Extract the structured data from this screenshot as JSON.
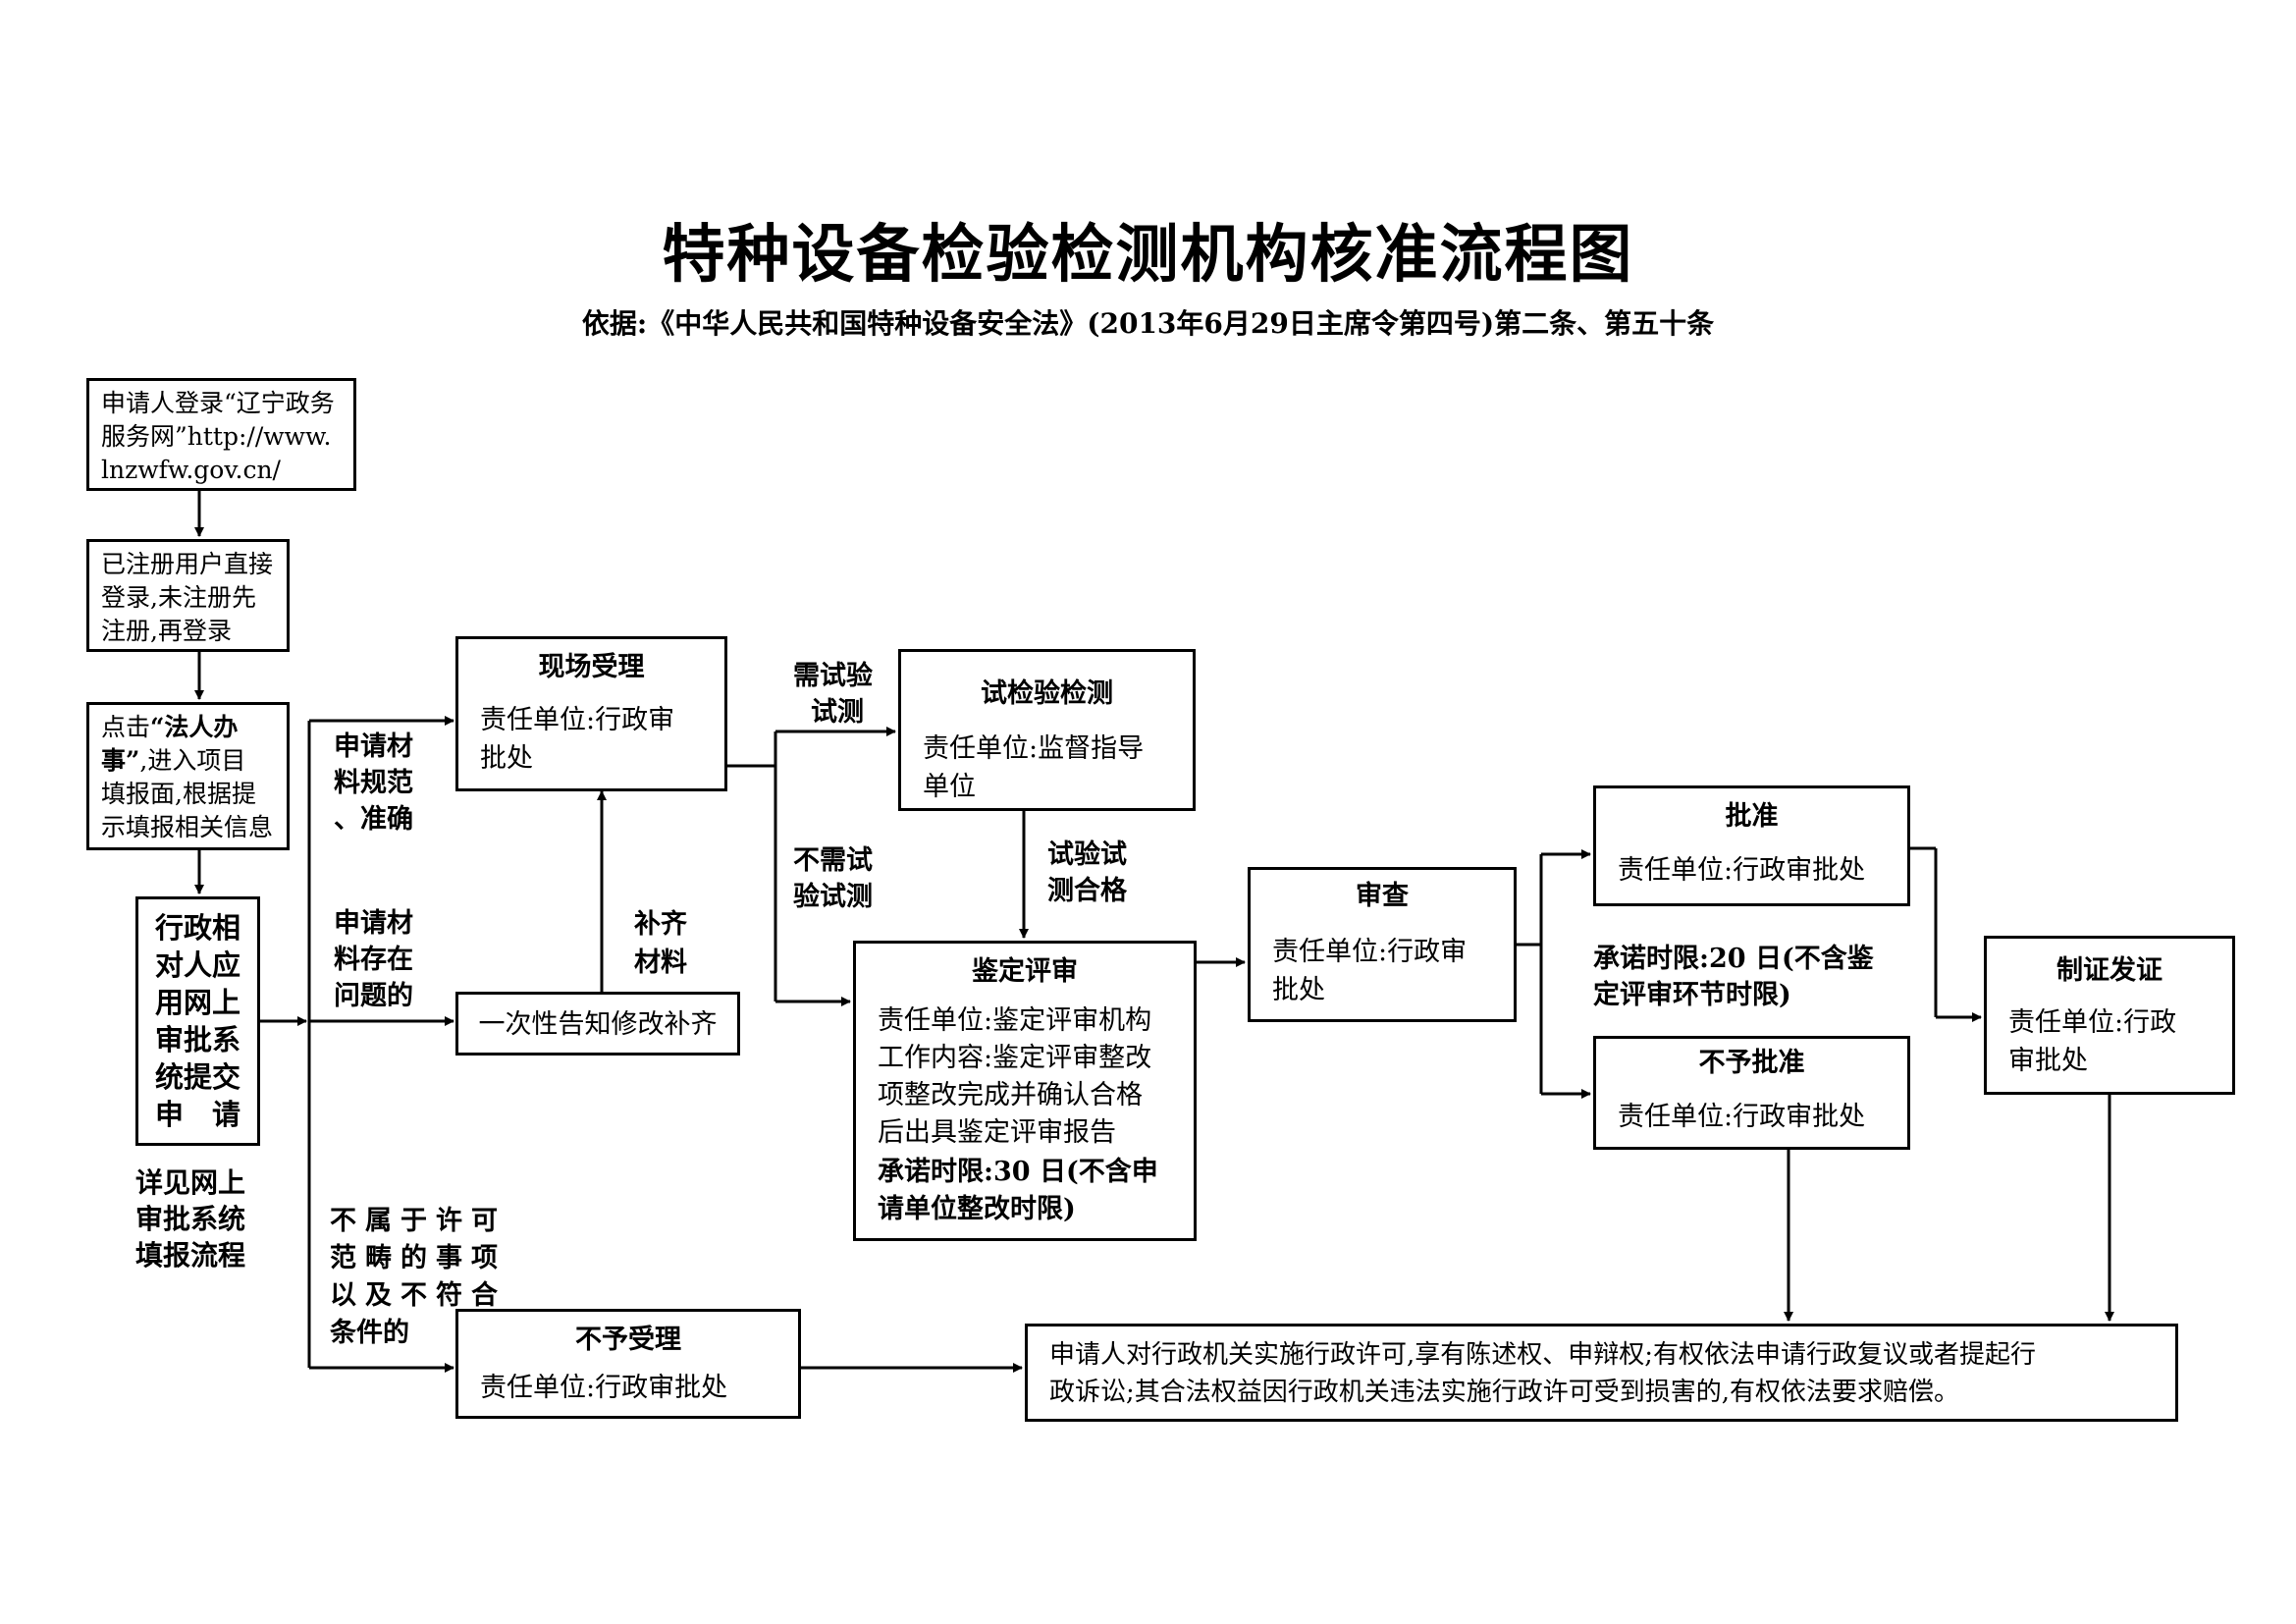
{
  "title": "特种设备检验检测机构核准流程图",
  "basis": "依据:《中华人民共和国特种设备安全法》(2013年6月29日主席令第四号)第二条、第五十条",
  "nodes": {
    "login": {
      "line1": "申请人登录“辽宁政务",
      "line2": "服务网”http://www.",
      "line3": "lnzwfw.gov.cn/"
    },
    "register": {
      "line1": "已注册用户直接",
      "line2": "登录,未注册先",
      "line3": "注册,再登录"
    },
    "click": {
      "pre": "点击",
      "bold": "“法人办事”",
      "line1_tail": "",
      "line2_pre": "事”",
      "l1a": "点击",
      "l1b": "“法人办",
      "l2a": "事”",
      "l2b": ",进入项目",
      "line3": "填报面,根据提",
      "line4": "示填报相关信息"
    },
    "submit": {
      "lines": [
        "行政相",
        "对人应",
        "用网上",
        "审批系",
        "统提交",
        "申　请"
      ]
    },
    "submit_note": {
      "lines": [
        "详见网上",
        "审批系统",
        "填报流程"
      ]
    },
    "onsite": {
      "title": "现场受理",
      "line1": "责任单位:行政审",
      "line2": "批处"
    },
    "notify": {
      "text": "一次性告知修改补齐"
    },
    "reject_accept": {
      "title": "不予受理",
      "line1": "责任单位:行政审批处"
    },
    "test": {
      "title": "试检验检测",
      "line1": "责任单位:监督指导",
      "line2": "单位"
    },
    "evaluate": {
      "title": "鉴定评审",
      "line1": "责任单位:鉴定评审机构",
      "line2": "工作内容:鉴定评审整改",
      "line3": "项整改完成并确认合格",
      "line4": "后出具鉴定评审报告",
      "line5": "承诺时限:30 日(不含申",
      "line6": "请单位整改时限)"
    },
    "review": {
      "title": "审查",
      "line1": "责任单位:行政审",
      "line2": "批处"
    },
    "approve": {
      "title": "批准",
      "line1": "责任单位:行政审批处"
    },
    "deny": {
      "title": "不予批准",
      "line1": "责任单位:行政审批处"
    },
    "issue": {
      "title": "制证发证",
      "line1": "责任单位:行政",
      "line2": "审批处"
    },
    "rights": {
      "line1": "申请人对行政机关实施行政许可,享有陈述权、申辩权;有权依法申请行政复议或者提起行",
      "line2": "政诉讼;其合法权益因行政机关违法实施行政许可受到损害的,有权依法要求赔偿。"
    }
  },
  "labels": {
    "materials_ok": [
      "申请材",
      "料规范",
      "、准确"
    ],
    "materials_problem": [
      "申请材",
      "料存在",
      "问题的"
    ],
    "not_in_scope": [
      "不属于许可",
      "范畴的事项",
      "以及不符合",
      "条件的"
    ],
    "supplement": [
      "补齐",
      "材料"
    ],
    "need_test": [
      "需试验",
      "试测"
    ],
    "no_test": [
      "不需试",
      "验试测"
    ],
    "test_pass": [
      "试验试",
      "测合格"
    ],
    "review_limit": [
      "承诺时限:20 日(不含鉴",
      "定评审环节时限)"
    ]
  }
}
